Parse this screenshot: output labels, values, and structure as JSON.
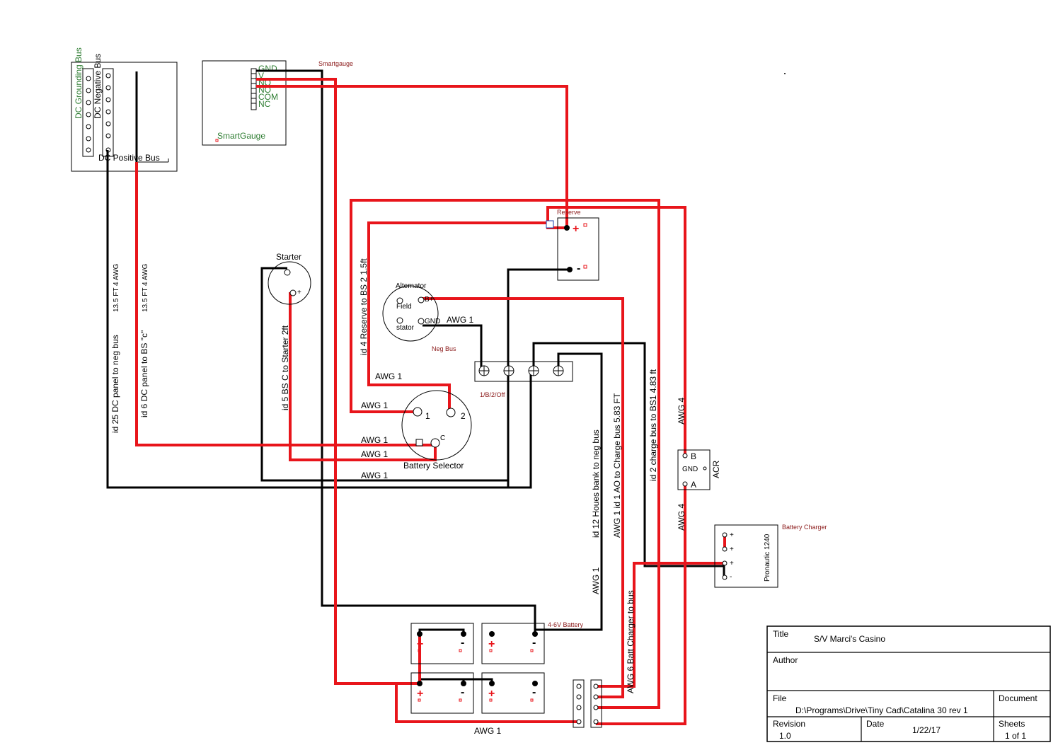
{
  "labels": {
    "dc_grounding_bus": "DC Grounding Bus",
    "dc_negative_bus": "DC Negative Bus",
    "dc_positive_bus": "DC Positive Bus",
    "smartgauge_tag": "Smartgauge",
    "smartgauge_name": "SmartGauge",
    "smartgauge_pins": [
      "GND",
      "V",
      "NO",
      "NO",
      "COM",
      "NC"
    ],
    "reserve": "Reserve",
    "reserve_plus": "+",
    "reserve_minus": "-",
    "starter": "Starter",
    "starter_plus": "+",
    "alternator": "Alternator",
    "alt_field": "Field",
    "alt_stator": "stator",
    "alt_plus": "B+",
    "alt_gnd": "GND",
    "neg_bus": "Neg Bus",
    "switch_positions": "1/B/2/Off",
    "battery_selector": "Battery  Selector",
    "selector_1": "1",
    "selector_2": "2",
    "selector_c": "C",
    "acr": "ACR",
    "acr_b": "B",
    "acr_gnd": "GND",
    "acr_a": "A",
    "battery_charger": "Battery Charger",
    "pronautic": "Pronautic 1240",
    "charger_terms": [
      "+",
      "+",
      "+",
      "-"
    ],
    "battery_bank": "4-6V Battery",
    "awg1": "AWG 1",
    "awg4": "AWG 4",
    "wire_ids": {
      "id25": "id 25 DC panel to neg bus",
      "id25_spec": "13.5 FT 4 AWG",
      "id6": "id 6 DC panel to BS \"c\"",
      "id6_spec": "13.5 FT 4 AWG",
      "id5": "id 5 BS C to Starter 2ft",
      "id4": "id 4 Reserve to BS 2 1.5ft",
      "id12": "id 12 Houes bank to neg bus",
      "id1": "AWG 1  id 1 AO to Charge bus 5.83 FT",
      "id2": "id 2 charge bus to BS1 4.83 ft",
      "awg6": "AWG 6 Batt Charger to bus"
    },
    "battery_plus": "+",
    "battery_minus": "-"
  },
  "title_block": {
    "title_label": "Title",
    "title_value": "S/V Marci's Casino",
    "author_label": "Author",
    "author_value": "",
    "file_label": "File",
    "file_value": "D:\\Programs\\Drive\\Tiny Cad\\Catalina 30 rev 1",
    "document_label": "Document",
    "document_value": "",
    "revision_label": "Revision",
    "revision_value": "1.0",
    "date_label": "Date",
    "date_value": "1/22/17",
    "sheets_label": "Sheets",
    "sheets_value": "1 of 1"
  },
  "colors": {
    "positive_wire": "#e8151b",
    "negative_wire": "#000000",
    "part_tag": "#8b1a1a",
    "ground_label": "#2e7d32"
  }
}
